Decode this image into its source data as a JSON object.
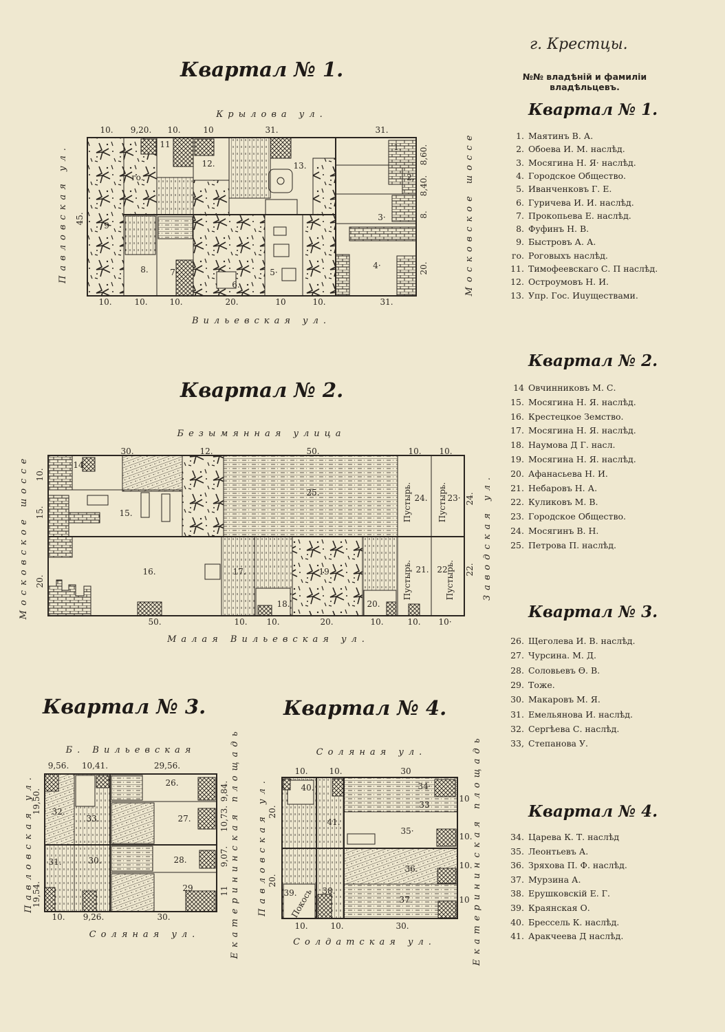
{
  "town": "г. Крестцы.",
  "header": [
    "№№ владѣній и фамилiи",
    "владѣльцевъ."
  ],
  "quarters": [
    {
      "title": "Квартал № 1.",
      "owners": [
        {
          "n": "1.",
          "name": "Маятинъ В. А."
        },
        {
          "n": "2.",
          "name": "Обоева И. М. наслѣд."
        },
        {
          "n": "3.",
          "name": "Мосягина Н. Я· наслѣд."
        },
        {
          "n": "4.",
          "name": "Городское Общество."
        },
        {
          "n": "5.",
          "name": "Иванченковъ Г. Е."
        },
        {
          "n": "6.",
          "name": "Гуричева И. И. наслѣд."
        },
        {
          "n": "7.",
          "name": "Прокопьева Е. наслѣд."
        },
        {
          "n": "8.",
          "name": "Фуфинъ Н. В."
        },
        {
          "n": "9.",
          "name": "Быстровъ А. А."
        },
        {
          "n": "го.",
          "name": "Роговыхъ наслѣд."
        },
        {
          "n": "11.",
          "name": "Тимофеевскаго С. П наслѣд."
        },
        {
          "n": "12.",
          "name": "Остроумовъ Н. И."
        },
        {
          "n": "13.",
          "name": "Упр. Гос. Иuуществами."
        }
      ]
    },
    {
      "title": "Квартал № 2.",
      "owners": [
        {
          "n": "14",
          "name": "Овчинниковъ М. С."
        },
        {
          "n": "15.",
          "name": "Мосягина Н. Я. наслѣд."
        },
        {
          "n": "16.",
          "name": "Крестецкое Земство."
        },
        {
          "n": "17.",
          "name": "Мосягина Н. Я. наслѣд."
        },
        {
          "n": "18.",
          "name": "Наумова Д Г. насл."
        },
        {
          "n": "19.",
          "name": "Мосягина Н. Я. наслѣд."
        },
        {
          "n": "20.",
          "name": "Афанасьева Н. И."
        },
        {
          "n": "21.",
          "name": "Небаровъ Н. А."
        },
        {
          "n": "22.",
          "name": "Куликовъ М. В."
        },
        {
          "n": "23.",
          "name": "Городское Общество."
        },
        {
          "n": "24.",
          "name": "Мосягинъ В. Н."
        },
        {
          "n": "25.",
          "name": "Петрова П. наслѣд."
        }
      ]
    },
    {
      "title": "Квартал № 3.",
      "owners": [
        {
          "n": "26.",
          "name": "Щеголева И. В. наслѣд."
        },
        {
          "n": "27.",
          "name": "Чурсина. М. Д."
        },
        {
          "n": "28.",
          "name": "Соловьевъ Ѳ. В."
        },
        {
          "n": "29.",
          "name": "Тоже."
        },
        {
          "n": "30.",
          "name": "Макаровъ М. Я."
        },
        {
          "n": "31.",
          "name": "Емельянова И. наслѣд."
        },
        {
          "n": "32.",
          "name": "Сергѣева С. наслѣд."
        },
        {
          "n": "33,",
          "name": "Степанова У."
        }
      ]
    },
    {
      "title": "Квартал № 4.",
      "owners": [
        {
          "n": "34.",
          "name": "Царева К. Т. наслѣд"
        },
        {
          "n": "35.",
          "name": "Леонтьевъ А."
        },
        {
          "n": "36.",
          "name": "Зряхова П. Ф. наслѣд."
        },
        {
          "n": "37.",
          "name": "Мурзина А."
        },
        {
          "n": "38.",
          "name": "Ерушковскiй Е. Г."
        },
        {
          "n": "39.",
          "name": "Краянская О."
        },
        {
          "n": "40.",
          "name": "Брессель К. наслѣд."
        },
        {
          "n": "41.",
          "name": "Аракчеева Д наслѣд."
        }
      ]
    }
  ],
  "maps": [
    {
      "title": "Квартал № 1.",
      "streets": [
        "Крылова ул.",
        "Вильевская ул.",
        "Павловская ул.",
        "Московское шоссе"
      ],
      "dims": [
        "10.",
        "9,20.",
        "10.",
        "10",
        "31.",
        "31.",
        "10.",
        "10.",
        "10.",
        "20.",
        "10",
        "10.",
        "31.",
        "45.",
        "8,60.",
        "8,40.",
        "8.",
        "20."
      ],
      "plots": [
        "1.",
        "2.",
        "3·",
        "4·",
        "5·",
        "6.",
        "7·",
        "8.",
        "9·",
        "го.",
        "11",
        "12.",
        "13."
      ]
    },
    {
      "title": "Квартал № 2.",
      "streets": [
        "Безымянная улица",
        "Малая Вильевская ул.",
        "Московское шоссе",
        "Заводская ул."
      ],
      "dims": [
        "30.",
        "12.",
        "50.",
        "10.",
        "10.",
        "50.",
        "10.",
        "10.",
        "20.",
        "10.",
        "10.",
        "10·",
        "10.",
        "15.",
        "20.",
        "24.",
        "22."
      ],
      "plots": [
        "14",
        "15.",
        "16.",
        "17.",
        "18.",
        "19.",
        "20.",
        "21.",
        "22",
        "23·",
        "24.",
        "25.",
        "Пустырь.",
        "Пустырь.",
        "Пустырь.",
        "Пустырь."
      ]
    },
    {
      "title": "Квартал № 3.",
      "streets": [
        "Б. Вильевская",
        "Соляная ул.",
        "Павловская ул.",
        "Екатерининская площадь"
      ],
      "dims": [
        "9,56.",
        "10,41.",
        "29,56.",
        "10.",
        "9,26.",
        "30.",
        "19,50.",
        "19,54.",
        "9,84.",
        "10,73.",
        "9,07.",
        "11"
      ],
      "plots": [
        "32.",
        "33.",
        "31.",
        "30.",
        "26.",
        "27.",
        "28.",
        "29"
      ]
    },
    {
      "title": "Квартал № 4.",
      "streets": [
        "Соляная ул.",
        "Солдатская ул.",
        "Павловская ул.",
        "Екатерининская площадь"
      ],
      "dims": [
        "10.",
        "10.",
        "30",
        "10.",
        "10.",
        "30.",
        "20.",
        "20.",
        "10",
        "10.",
        "10.",
        "10"
      ],
      "plots": [
        "40.",
        "41.",
        "34·",
        "33",
        "35·",
        "36.",
        "37.",
        "38.",
        "39.",
        "Покось"
      ]
    }
  ]
}
